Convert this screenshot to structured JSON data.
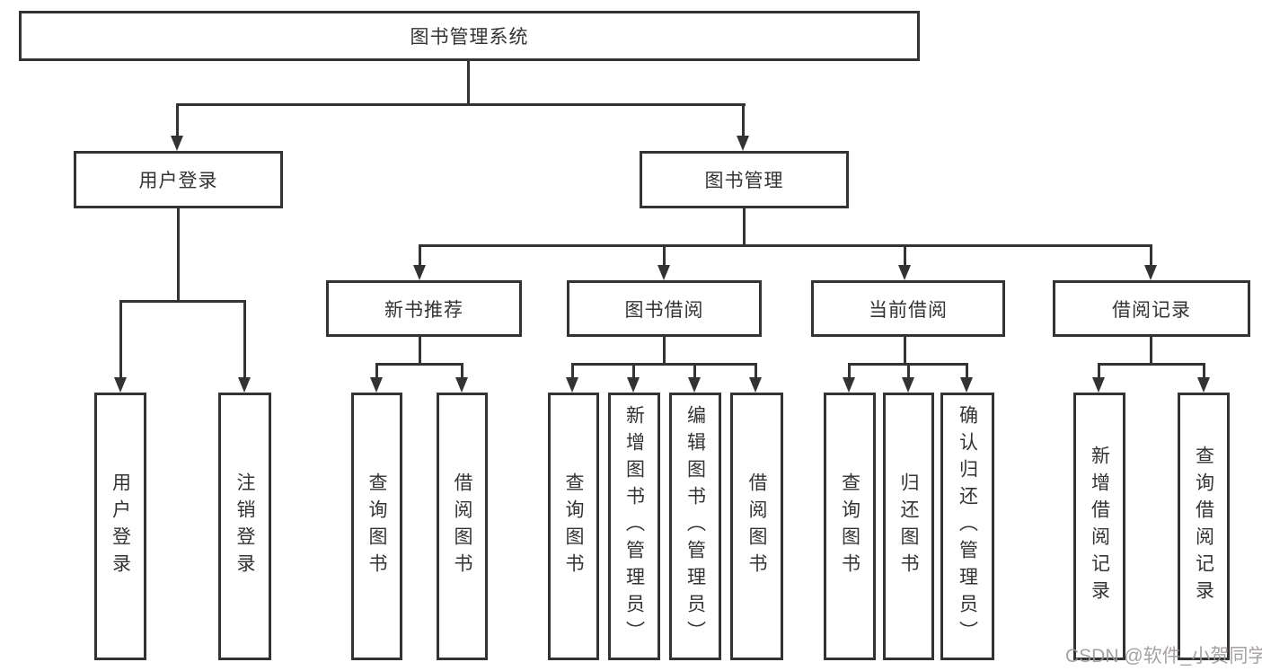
{
  "diagram": {
    "root": {
      "label": "图书管理系统"
    },
    "level2": [
      {
        "label": "用户登录"
      },
      {
        "label": "图书管理"
      }
    ],
    "level3": [
      {
        "label": "新书推荐"
      },
      {
        "label": "图书借阅"
      },
      {
        "label": "当前借阅"
      },
      {
        "label": "借阅记录"
      }
    ],
    "leaves": [
      {
        "label": "用户登录"
      },
      {
        "label": "注销登录"
      },
      {
        "label": "查询图书"
      },
      {
        "label": "借阅图书"
      },
      {
        "label": "查询图书"
      },
      {
        "label": "新增图书（管理员）"
      },
      {
        "label": "编辑图书（管理员）"
      },
      {
        "label": "借阅图书"
      },
      {
        "label": "查询图书"
      },
      {
        "label": "归还图书"
      },
      {
        "label": "确认归还（管理员）"
      },
      {
        "label": "新增借阅记录"
      },
      {
        "label": "查询借阅记录"
      }
    ]
  },
  "watermark": {
    "text": "CSDN @软件_小贺同学"
  },
  "colors": {
    "line": "#333333",
    "node_background": "#ffffff",
    "text": "#333333",
    "watermark": "#9e9898"
  }
}
